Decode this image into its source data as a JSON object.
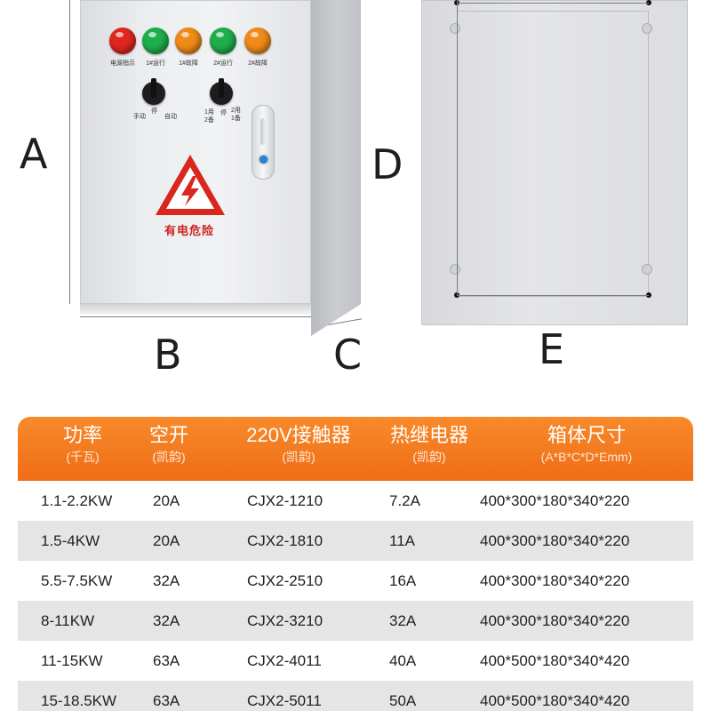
{
  "dimension_labels": {
    "a": "A",
    "b": "B",
    "c": "C",
    "d": "D",
    "e": "E"
  },
  "panel": {
    "lamps": [
      {
        "label": "电源指示",
        "color": "#e0261f"
      },
      {
        "label": "1#运行",
        "color": "#1fae4c"
      },
      {
        "label": "1#故障",
        "color": "#f08a18"
      },
      {
        "label": "2#运行",
        "color": "#1fae4c"
      },
      {
        "label": "2#故障",
        "color": "#f08a18"
      }
    ],
    "knob1": {
      "left": "手动",
      "mid": "停",
      "right": "自动"
    },
    "knob2": {
      "left": "1用2备",
      "mid": "停",
      "right": "2用1备"
    },
    "warning_text": "有电危险"
  },
  "table": {
    "headers": [
      {
        "main": "功率",
        "sub": "(千瓦)"
      },
      {
        "main": "空开",
        "sub": "(凯韵)"
      },
      {
        "main": "220V接触器",
        "sub": "(凯韵)"
      },
      {
        "main": "热继电器",
        "sub": "(凯韵)"
      },
      {
        "main": "箱体尺寸",
        "sub": "(A*B*C*D*Emm)"
      }
    ],
    "rows": [
      [
        "1.1-2.2KW",
        "20A",
        "CJX2-1210",
        "7.2A",
        "400*300*180*340*220"
      ],
      [
        "1.5-4KW",
        "20A",
        "CJX2-1810",
        "11A",
        "400*300*180*340*220"
      ],
      [
        "5.5-7.5KW",
        "32A",
        "CJX2-2510",
        "16A",
        "400*300*180*340*220"
      ],
      [
        "8-11KW",
        "32A",
        "CJX2-3210",
        "32A",
        "400*300*180*340*220"
      ],
      [
        "11-15KW",
        "63A",
        "CJX2-4011",
        "40A",
        "400*500*180*340*420"
      ],
      [
        "15-18.5KW",
        "63A",
        "CJX2-5011",
        "50A",
        "400*500*180*340*420"
      ]
    ]
  }
}
